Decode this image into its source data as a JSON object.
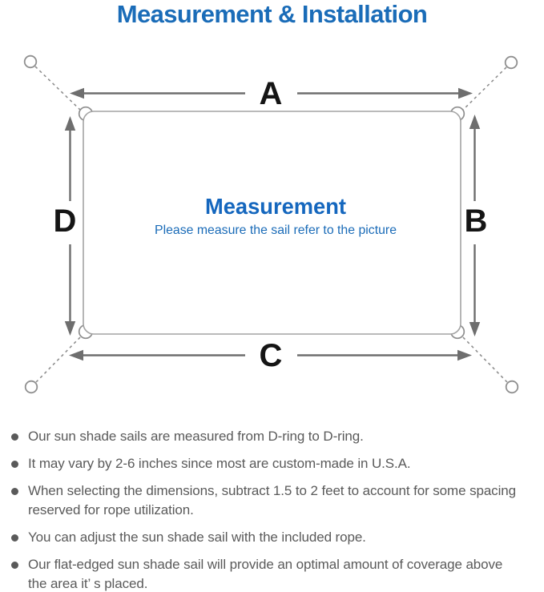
{
  "title": "Measurement & Installation",
  "diagram": {
    "center_title": "Measurement",
    "center_subtitle": "Please measure the sail refer to the picture",
    "dimension_labels": {
      "top": "A",
      "right": "B",
      "bottom": "C",
      "left": "D"
    }
  },
  "colors": {
    "accent_blue": "#1a6cb8",
    "center_text_blue": "#1567be",
    "diagram_line_gray": "#8f8f8f",
    "arrow_gray": "#6e6e6e",
    "body_text_gray": "#5a5a5a"
  },
  "notes": [
    {
      "text": "Our sun shade sails are measured from D-ring to D-ring."
    },
    {
      "text": "It may vary by 2-6 inches since most are custom-made in U.S.A."
    },
    {
      "text": "When selecting the dimensions, subtract 1.5 to 2 feet to account for some spacing\nreserved for rope utilization."
    },
    {
      "text": "You can adjust the sun shade sail with the included rope."
    },
    {
      "text": "Our flat-edged sun shade sail will provide an optimal amount of coverage above\nthe area it’ s placed."
    }
  ]
}
